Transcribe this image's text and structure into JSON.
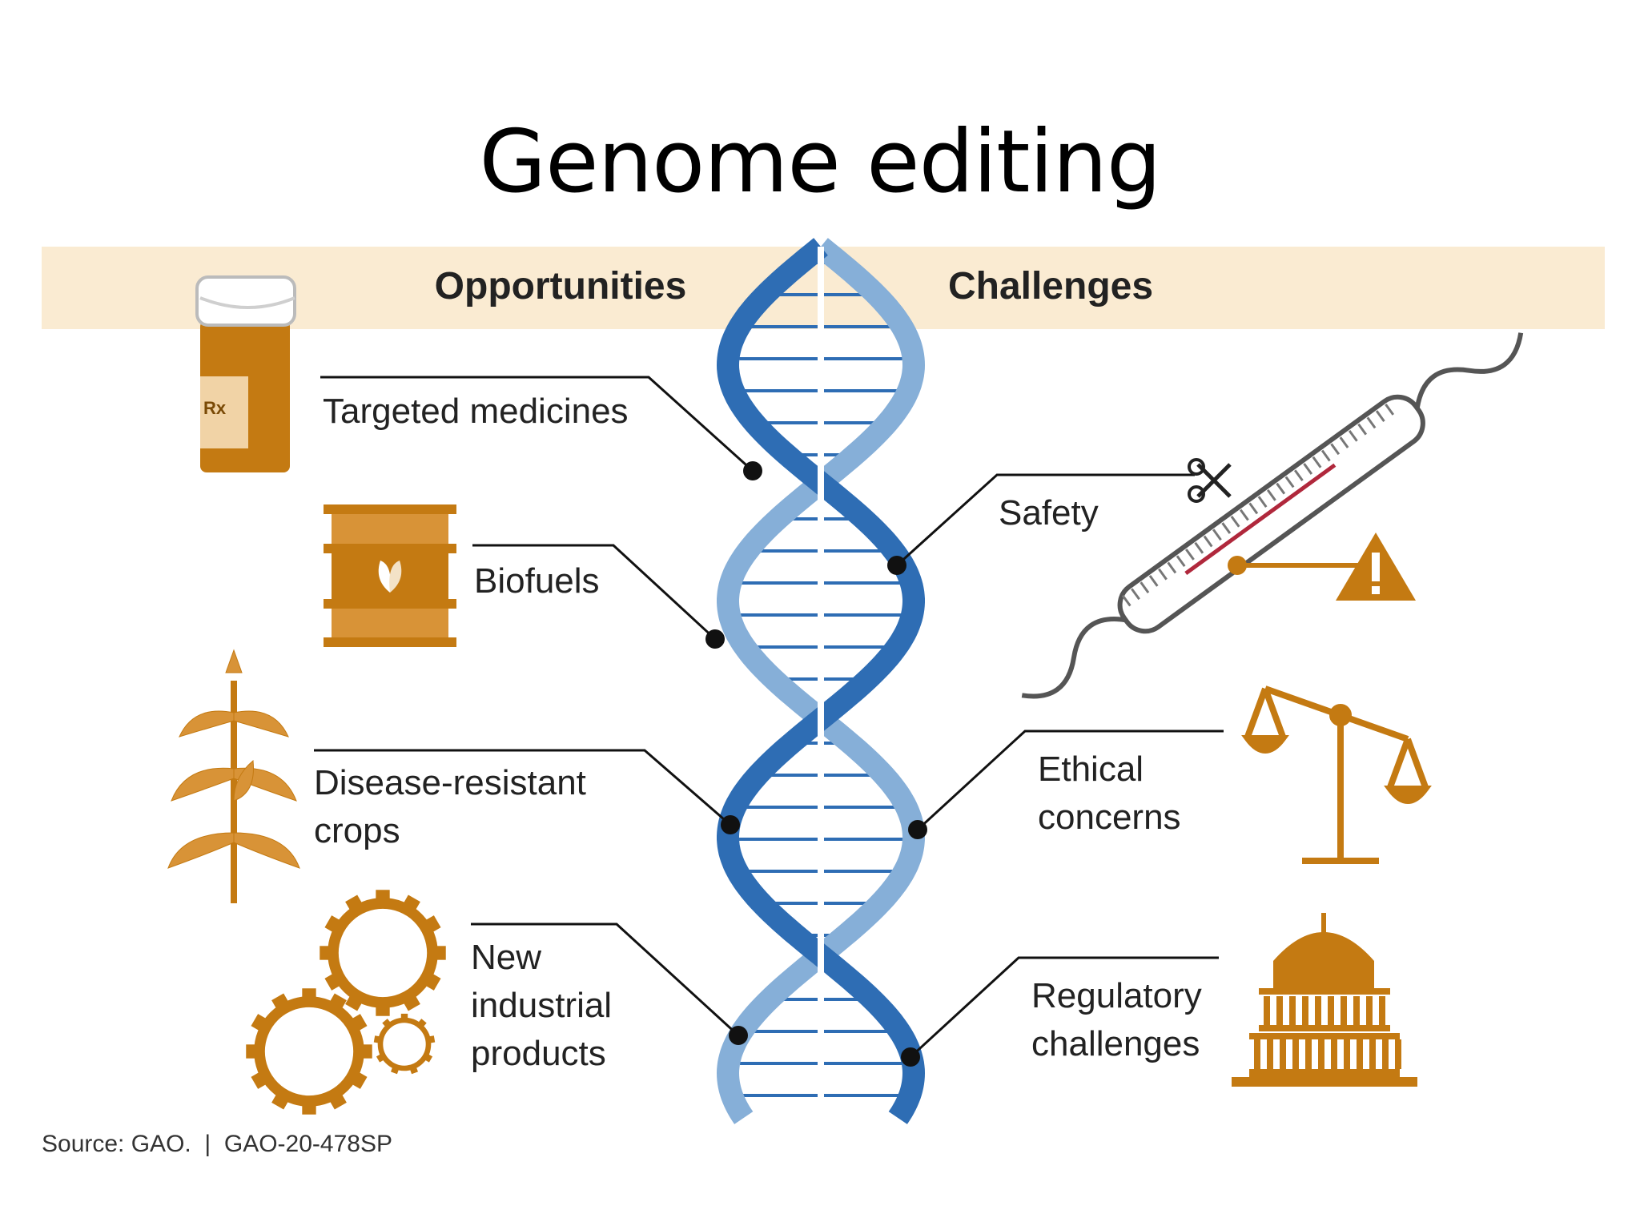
{
  "slide": {
    "title": "Genome editing"
  },
  "diagram": {
    "opportunities_header": "Opportunities",
    "challenges_header": "Challenges",
    "opportunities": [
      {
        "lines": [
          "Targeted medicines"
        ],
        "icon": "pill-bottle-icon"
      },
      {
        "lines": [
          "Biofuels"
        ],
        "icon": "fuel-barrel-icon"
      },
      {
        "lines": [
          "Disease-resistant",
          "crops"
        ],
        "icon": "corn-plant-icon"
      },
      {
        "lines": [
          "New",
          "industrial",
          "products"
        ],
        "icon": "gears-icon"
      }
    ],
    "challenges": [
      {
        "lines": [
          "Safety"
        ],
        "icon": "dna-scissors-warning-icon"
      },
      {
        "lines": [
          "Ethical",
          "concerns"
        ],
        "icon": "balance-scale-icon"
      },
      {
        "lines": [
          "Regulatory",
          "challenges"
        ],
        "icon": "capitol-building-icon"
      }
    ],
    "pill_label": "Rx",
    "source": "Source: GAO.  |  GAO-20-478SP"
  },
  "colors": {
    "header_band": "#faebd2",
    "dna_dark": "#2e6db4",
    "dna_light": "#86afd8",
    "icon_orange": "#c47a12"
  }
}
